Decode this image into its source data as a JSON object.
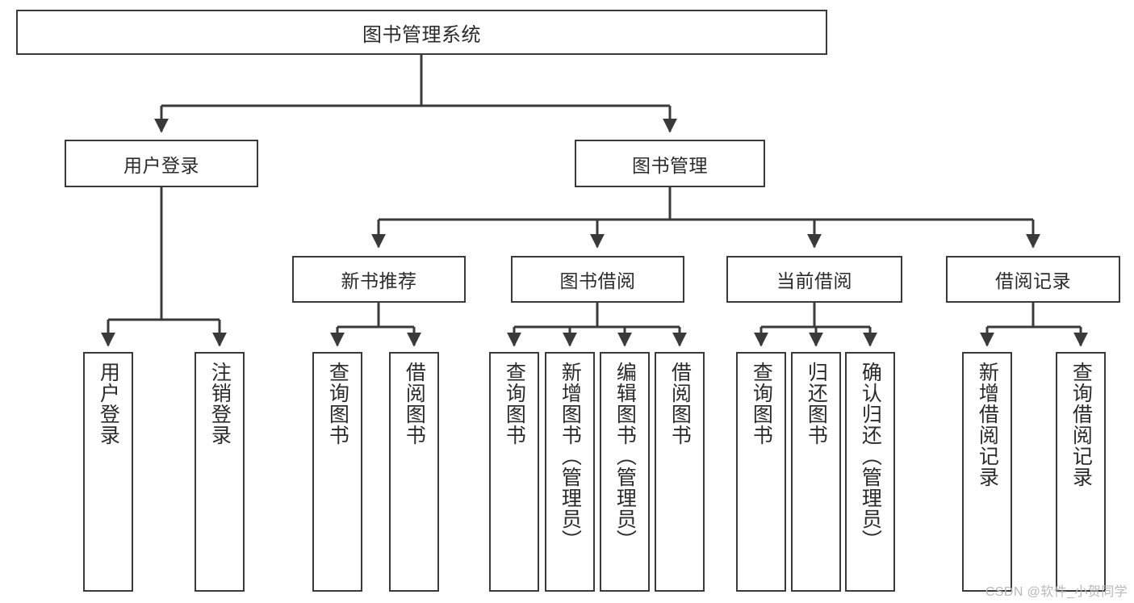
{
  "diagram": {
    "title_text": "图书管理系统",
    "type": "tree",
    "stroke_color": "#3a3a3a",
    "background_color": "#ffffff",
    "text_color": "#2b2b2b",
    "root": {
      "label": "图书管理系统"
    },
    "level1": [
      {
        "label": "用户登录"
      },
      {
        "label": "图书管理"
      }
    ],
    "level2": [
      {
        "label": "新书推荐"
      },
      {
        "label": "图书借阅"
      },
      {
        "label": "当前借阅"
      },
      {
        "label": "借阅记录"
      }
    ],
    "leaves": {
      "user_login": [
        {
          "label": "用户登录"
        },
        {
          "label": "注销登录"
        }
      ],
      "new_book_recommend": [
        {
          "label": "查询图书"
        },
        {
          "label": "借阅图书"
        }
      ],
      "book_borrow": [
        {
          "label": "查询图书"
        },
        {
          "label": "新增图书（管理员）"
        },
        {
          "label": "编辑图书（管理员）"
        },
        {
          "label": "借阅图书"
        }
      ],
      "current_borrow": [
        {
          "label": "查询图书"
        },
        {
          "label": "归还图书"
        },
        {
          "label": "确认归还（管理员）"
        }
      ],
      "borrow_record": [
        {
          "label": "新增借阅记录"
        },
        {
          "label": "查询借阅记录"
        }
      ]
    }
  },
  "watermark": {
    "text": "CSDN @软件_小贺同学"
  }
}
